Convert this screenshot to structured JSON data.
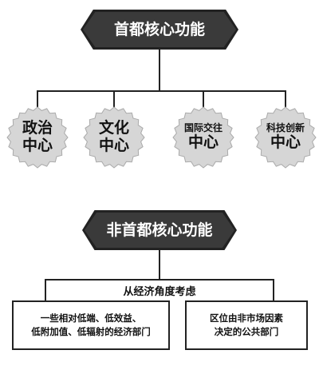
{
  "top": {
    "title": "首都核心功能"
  },
  "nodes": [
    {
      "line1": "政治",
      "line2": "中心"
    },
    {
      "line1": "文化",
      "line2": "中心"
    },
    {
      "line1": "国际交往",
      "line2": "中心"
    },
    {
      "line1": "科技创新",
      "line2": "中心"
    }
  ],
  "bottom": {
    "title": "非首都核心功能",
    "subtitle": "从经济角度考虑",
    "left_box": {
      "line1": "一些相对低端、低效益、",
      "line2": "低附加值、低辐射的经济部门"
    },
    "right_box": {
      "line1": "区位由非市场因素",
      "line2": "决定的公共部门"
    }
  },
  "colors": {
    "banner": "#3a3a3a",
    "circle": "#d6d6d6",
    "line": "#222222"
  }
}
